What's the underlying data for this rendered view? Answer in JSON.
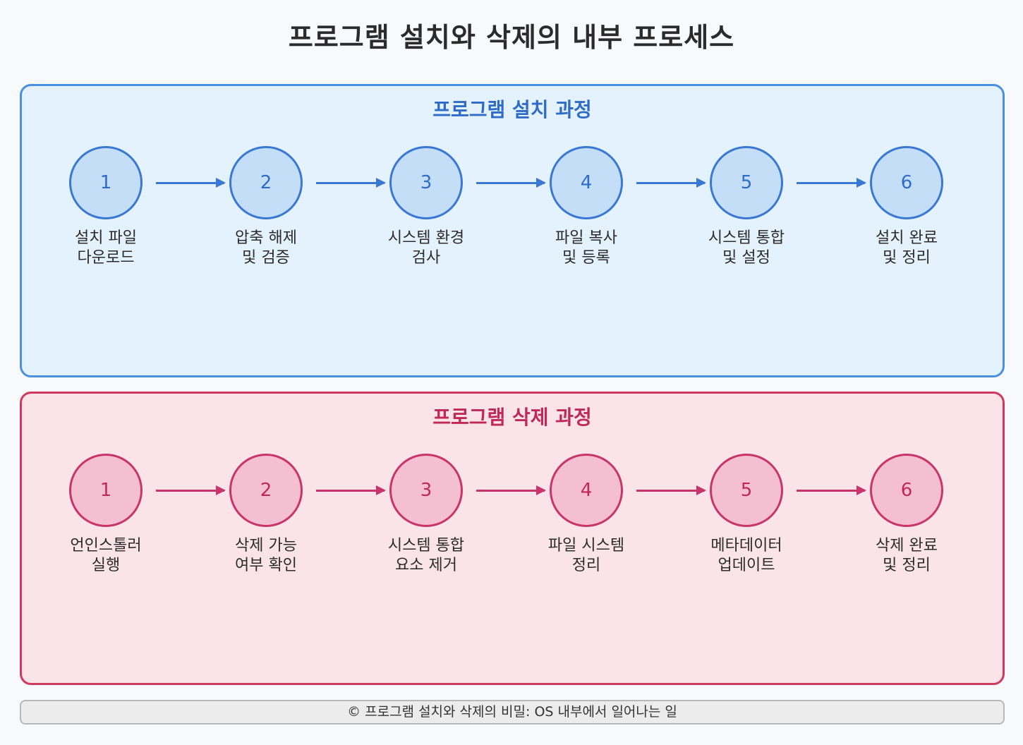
{
  "title": "프로그램 설치와 삭제의 내부 프로세스",
  "install": {
    "title": "프로그램 설치 과정",
    "steps": [
      {
        "number": "1",
        "line1": "설치 파일",
        "line2": "다운로드"
      },
      {
        "number": "2",
        "line1": "압축 해제",
        "line2": "및 검증"
      },
      {
        "number": "3",
        "line1": "시스템 환경",
        "line2": "검사"
      },
      {
        "number": "4",
        "line1": "파일 복사",
        "line2": "및 등록"
      },
      {
        "number": "5",
        "line1": "시스템 통합",
        "line2": "및 설정"
      },
      {
        "number": "6",
        "line1": "설치 완료",
        "line2": "및 정리"
      }
    ]
  },
  "uninstall": {
    "title": "프로그램 삭제 과정",
    "steps": [
      {
        "number": "1",
        "line1": "언인스톨러",
        "line2": "실행"
      },
      {
        "number": "2",
        "line1": "삭제 가능",
        "line2": "여부 확인"
      },
      {
        "number": "3",
        "line1": "시스템 통합",
        "line2": "요소 제거"
      },
      {
        "number": "4",
        "line1": "파일 시스템",
        "line2": "정리"
      },
      {
        "number": "5",
        "line1": "메타데이터",
        "line2": "업데이트"
      },
      {
        "number": "6",
        "line1": "삭제 완료",
        "line2": "및 정리"
      }
    ]
  },
  "footer": "© 프로그램 설치와 삭제의 비밀: OS 내부에서 일어나는 일",
  "colors": {
    "install_accent": "#3a78d4",
    "install_fill": "#c4def8",
    "install_panel": "#e4f2fd",
    "uninstall_accent": "#c9356a",
    "uninstall_fill": "#f3bfd1",
    "uninstall_panel": "#fae4ea"
  }
}
